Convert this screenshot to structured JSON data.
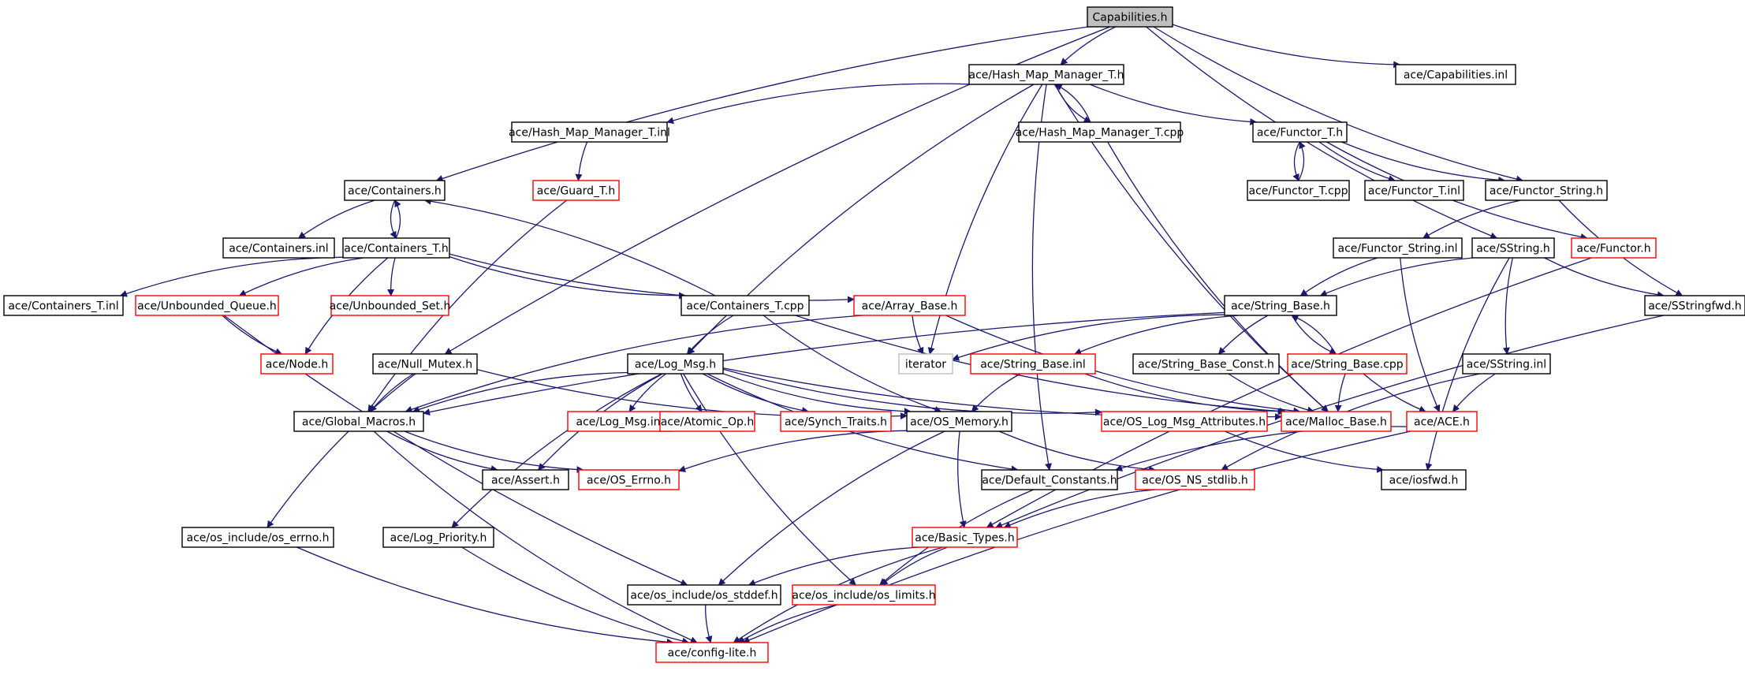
{
  "graph": {
    "title": "Capabilities.h",
    "colors": {
      "edge": "#191970",
      "documented_border": "#000000",
      "undocumented_border": "#ff0000",
      "external_border": "#bfbfbf",
      "root_fill": "#bfbfbf"
    },
    "nodes": [
      {
        "id": "capabilities_h",
        "label": "Capabilities.h",
        "kind": "root"
      },
      {
        "id": "hash_map_manager_t_h",
        "label": "ace/Hash_Map_Manager_T.h",
        "kind": "normal"
      },
      {
        "id": "capabilities_inl",
        "label": "ace/Capabilities.inl",
        "kind": "normal"
      },
      {
        "id": "hash_map_manager_t_inl",
        "label": "ace/Hash_Map_Manager_T.inl",
        "kind": "normal"
      },
      {
        "id": "hash_map_manager_t_cpp",
        "label": "ace/Hash_Map_Manager_T.cpp",
        "kind": "normal"
      },
      {
        "id": "functor_t_h",
        "label": "ace/Functor_T.h",
        "kind": "normal"
      },
      {
        "id": "containers_h",
        "label": "ace/Containers.h",
        "kind": "normal"
      },
      {
        "id": "guard_t_h",
        "label": "ace/Guard_T.h",
        "kind": "incomplete"
      },
      {
        "id": "functor_t_cpp",
        "label": "ace/Functor_T.cpp",
        "kind": "normal"
      },
      {
        "id": "functor_t_inl",
        "label": "ace/Functor_T.inl",
        "kind": "normal"
      },
      {
        "id": "functor_string_h",
        "label": "ace/Functor_String.h",
        "kind": "normal"
      },
      {
        "id": "containers_inl",
        "label": "ace/Containers.inl",
        "kind": "normal"
      },
      {
        "id": "containers_t_h",
        "label": "ace/Containers_T.h",
        "kind": "normal"
      },
      {
        "id": "functor_string_inl",
        "label": "ace/Functor_String.inl",
        "kind": "normal"
      },
      {
        "id": "sstring_h",
        "label": "ace/SString.h",
        "kind": "normal"
      },
      {
        "id": "functor_h",
        "label": "ace/Functor.h",
        "kind": "incomplete"
      },
      {
        "id": "containers_t_inl",
        "label": "ace/Containers_T.inl",
        "kind": "normal"
      },
      {
        "id": "unbounded_queue_h",
        "label": "ace/Unbounded_Queue.h",
        "kind": "incomplete"
      },
      {
        "id": "unbounded_set_h",
        "label": "ace/Unbounded_Set.h",
        "kind": "incomplete"
      },
      {
        "id": "containers_t_cpp",
        "label": "ace/Containers_T.cpp",
        "kind": "normal"
      },
      {
        "id": "array_base_h",
        "label": "ace/Array_Base.h",
        "kind": "incomplete"
      },
      {
        "id": "string_base_h",
        "label": "ace/String_Base.h",
        "kind": "normal"
      },
      {
        "id": "sstringfwd_h",
        "label": "ace/SStringfwd.h",
        "kind": "normal"
      },
      {
        "id": "node_h",
        "label": "ace/Node.h",
        "kind": "incomplete"
      },
      {
        "id": "null_mutex_h",
        "label": "ace/Null_Mutex.h",
        "kind": "normal"
      },
      {
        "id": "log_msg_h",
        "label": "ace/Log_Msg.h",
        "kind": "normal"
      },
      {
        "id": "iterator",
        "label": "iterator",
        "kind": "external"
      },
      {
        "id": "string_base_inl",
        "label": "ace/String_Base.inl",
        "kind": "incomplete"
      },
      {
        "id": "string_base_const_h",
        "label": "ace/String_Base_Const.h",
        "kind": "normal"
      },
      {
        "id": "string_base_cpp",
        "label": "ace/String_Base.cpp",
        "kind": "incomplete"
      },
      {
        "id": "sstring_inl",
        "label": "ace/SString.inl",
        "kind": "normal"
      },
      {
        "id": "global_macros_h",
        "label": "ace/Global_Macros.h",
        "kind": "normal"
      },
      {
        "id": "log_msg_inl",
        "label": "ace/Log_Msg.inl",
        "kind": "incomplete"
      },
      {
        "id": "atomic_op_h",
        "label": "ace/Atomic_Op.h",
        "kind": "incomplete"
      },
      {
        "id": "synch_traits_h",
        "label": "ace/Synch_Traits.h",
        "kind": "incomplete"
      },
      {
        "id": "os_memory_h",
        "label": "ace/OS_Memory.h",
        "kind": "normal"
      },
      {
        "id": "os_log_msg_attributes_h",
        "label": "ace/OS_Log_Msg_Attributes.h",
        "kind": "incomplete"
      },
      {
        "id": "malloc_base_h",
        "label": "ace/Malloc_Base.h",
        "kind": "incomplete"
      },
      {
        "id": "ace_h",
        "label": "ace/ACE.h",
        "kind": "incomplete"
      },
      {
        "id": "assert_h",
        "label": "ace/Assert.h",
        "kind": "normal"
      },
      {
        "id": "os_errno_h",
        "label": "ace/OS_Errno.h",
        "kind": "incomplete"
      },
      {
        "id": "default_constants_h",
        "label": "ace/Default_Constants.h",
        "kind": "normal"
      },
      {
        "id": "os_ns_stdlib_h",
        "label": "ace/OS_NS_stdlib.h",
        "kind": "incomplete"
      },
      {
        "id": "iosfwd_h",
        "label": "ace/iosfwd.h",
        "kind": "normal"
      },
      {
        "id": "os_include_os_errno_h",
        "label": "ace/os_include/os_errno.h",
        "kind": "normal"
      },
      {
        "id": "log_priority_h",
        "label": "ace/Log_Priority.h",
        "kind": "normal"
      },
      {
        "id": "basic_types_h",
        "label": "ace/Basic_Types.h",
        "kind": "incomplete"
      },
      {
        "id": "os_include_os_stddef_h",
        "label": "ace/os_include/os_stddef.h",
        "kind": "normal"
      },
      {
        "id": "os_include_os_limits_h",
        "label": "ace/os_include/os_limits.h",
        "kind": "incomplete"
      },
      {
        "id": "config_lite_h",
        "label": "ace/config-lite.h",
        "kind": "incomplete"
      }
    ],
    "edges": [
      [
        "capabilities_h",
        "hash_map_manager_t_h"
      ],
      [
        "capabilities_h",
        "capabilities_inl"
      ],
      [
        "capabilities_h",
        "containers_h"
      ],
      [
        "capabilities_h",
        "null_mutex_h"
      ],
      [
        "capabilities_h",
        "functor_string_h"
      ],
      [
        "capabilities_h",
        "sstring_h"
      ],
      [
        "hash_map_manager_t_h",
        "hash_map_manager_t_inl"
      ],
      [
        "hash_map_manager_t_h",
        "hash_map_manager_t_cpp"
      ],
      [
        "hash_map_manager_t_cpp",
        "hash_map_manager_t_h"
      ],
      [
        "hash_map_manager_t_h",
        "functor_t_h"
      ],
      [
        "hash_map_manager_t_h",
        "log_msg_h"
      ],
      [
        "hash_map_manager_t_h",
        "iterator"
      ],
      [
        "hash_map_manager_t_h",
        "default_constants_h"
      ],
      [
        "hash_map_manager_t_h",
        "malloc_base_h"
      ],
      [
        "hash_map_manager_t_inl",
        "guard_t_h"
      ],
      [
        "guard_t_h",
        "global_macros_h"
      ],
      [
        "hash_map_manager_t_cpp",
        "malloc_base_h"
      ],
      [
        "functor_t_h",
        "functor_t_cpp"
      ],
      [
        "functor_t_cpp",
        "functor_t_h"
      ],
      [
        "functor_t_h",
        "functor_t_inl"
      ],
      [
        "functor_t_h",
        "functor_string_h"
      ],
      [
        "functor_t_h",
        "functor_h"
      ],
      [
        "functor_h",
        "basic_types_h"
      ],
      [
        "functor_string_h",
        "functor_string_inl"
      ],
      [
        "functor_string_h",
        "sstringfwd_h"
      ],
      [
        "functor_string_inl",
        "string_base_h"
      ],
      [
        "functor_string_inl",
        "ace_h"
      ],
      [
        "sstring_h",
        "string_base_h"
      ],
      [
        "sstring_h",
        "sstringfwd_h"
      ],
      [
        "sstring_h",
        "sstring_inl"
      ],
      [
        "sstring_h",
        "iosfwd_h"
      ],
      [
        "sstringfwd_h",
        "basic_types_h"
      ],
      [
        "containers_h",
        "containers_inl"
      ],
      [
        "containers_h",
        "containers_t_h"
      ],
      [
        "containers_t_h",
        "containers_h"
      ],
      [
        "containers_t_h",
        "containers_t_inl"
      ],
      [
        "containers_t_h",
        "unbounded_queue_h"
      ],
      [
        "containers_t_h",
        "unbounded_set_h"
      ],
      [
        "containers_t_h",
        "node_h"
      ],
      [
        "containers_t_h",
        "containers_t_cpp"
      ],
      [
        "containers_t_h",
        "array_base_h"
      ],
      [
        "containers_t_cpp",
        "containers_h"
      ],
      [
        "containers_t_cpp",
        "log_msg_h"
      ],
      [
        "containers_t_cpp",
        "malloc_base_h"
      ],
      [
        "containers_t_cpp",
        "os_memory_h"
      ],
      [
        "unbounded_queue_h",
        "node_h"
      ],
      [
        "unbounded_queue_h",
        "os_include_os_stddef_h"
      ],
      [
        "array_base_h",
        "global_macros_h"
      ],
      [
        "array_base_h",
        "iterator"
      ],
      [
        "array_base_h",
        "malloc_base_h"
      ],
      [
        "string_base_h",
        "iterator"
      ],
      [
        "string_base_h",
        "string_base_inl"
      ],
      [
        "string_base_h",
        "string_base_const_h"
      ],
      [
        "string_base_h",
        "string_base_cpp"
      ],
      [
        "string_base_h",
        "global_macros_h"
      ],
      [
        "string_base_cpp",
        "string_base_h"
      ],
      [
        "string_base_cpp",
        "malloc_base_h"
      ],
      [
        "string_base_cpp",
        "ace_h"
      ],
      [
        "string_base_inl",
        "malloc_base_h"
      ],
      [
        "string_base_inl",
        "os_memory_h"
      ],
      [
        "string_base_const_h",
        "malloc_base_h"
      ],
      [
        "sstring_inl",
        "ace_h"
      ],
      [
        "sstring_inl",
        "os_ns_stdlib_h"
      ],
      [
        "ace_h",
        "default_constants_h"
      ],
      [
        "ace_h",
        "config_lite_h"
      ],
      [
        "null_mutex_h",
        "global_macros_h"
      ],
      [
        "null_mutex_h",
        "os_memory_h"
      ],
      [
        "null_mutex_h",
        "os_include_os_errno_h"
      ],
      [
        "log_msg_h",
        "global_macros_h"
      ],
      [
        "log_msg_h",
        "log_msg_inl"
      ],
      [
        "log_msg_h",
        "atomic_op_h"
      ],
      [
        "log_msg_h",
        "synch_traits_h"
      ],
      [
        "log_msg_h",
        "os_memory_h"
      ],
      [
        "log_msg_h",
        "os_log_msg_attributes_h"
      ],
      [
        "log_msg_h",
        "malloc_base_h"
      ],
      [
        "log_msg_h",
        "assert_h"
      ],
      [
        "log_msg_h",
        "default_constants_h"
      ],
      [
        "log_msg_h",
        "log_priority_h"
      ],
      [
        "log_msg_h",
        "os_include_os_limits_h"
      ],
      [
        "global_macros_h",
        "assert_h"
      ],
      [
        "global_macros_h",
        "os_errno_h"
      ],
      [
        "global_macros_h",
        "config_lite_h"
      ],
      [
        "os_memory_h",
        "os_errno_h"
      ],
      [
        "os_memory_h",
        "os_ns_stdlib_h"
      ],
      [
        "os_memory_h",
        "basic_types_h"
      ],
      [
        "os_memory_h",
        "os_include_os_stddef_h"
      ],
      [
        "os_log_msg_attributes_h",
        "iosfwd_h"
      ],
      [
        "default_constants_h",
        "os_include_os_limits_h"
      ],
      [
        "os_ns_stdlib_h",
        "basic_types_h"
      ],
      [
        "basic_types_h",
        "os_include_os_stddef_h"
      ],
      [
        "basic_types_h",
        "os_include_os_limits_h"
      ],
      [
        "basic_types_h",
        "config_lite_h"
      ],
      [
        "os_include_os_errno_h",
        "config_lite_h"
      ],
      [
        "log_priority_h",
        "config_lite_h"
      ],
      [
        "os_include_os_stddef_h",
        "config_lite_h"
      ],
      [
        "os_include_os_limits_h",
        "config_lite_h"
      ]
    ]
  }
}
